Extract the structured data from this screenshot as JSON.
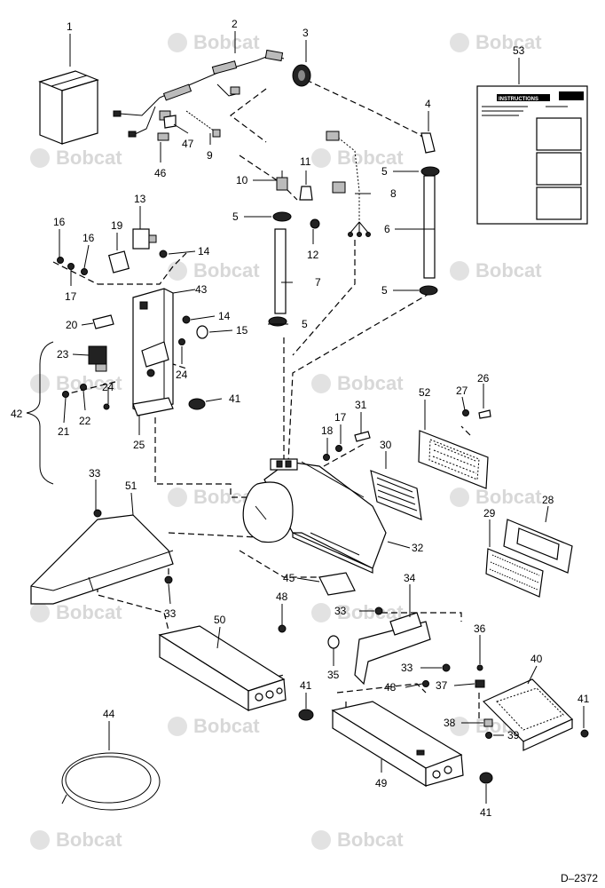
{
  "watermark": "Bobcat",
  "doc_code": "D–2372",
  "instructions_sheet": {
    "title": "INSTRUCTIONS"
  },
  "callouts": [
    "1",
    "2",
    "3",
    "4",
    "5",
    "6",
    "7",
    "8",
    "9",
    "10",
    "11",
    "12",
    "13",
    "14",
    "15",
    "16",
    "17",
    "18",
    "19",
    "20",
    "21",
    "22",
    "23",
    "24",
    "25",
    "26",
    "27",
    "28",
    "29",
    "30",
    "31",
    "32",
    "33",
    "34",
    "35",
    "36",
    "37",
    "38",
    "39",
    "40",
    "41",
    "42",
    "43",
    "44",
    "45",
    "46",
    "47",
    "48",
    "49",
    "50",
    "51",
    "52",
    "53"
  ]
}
